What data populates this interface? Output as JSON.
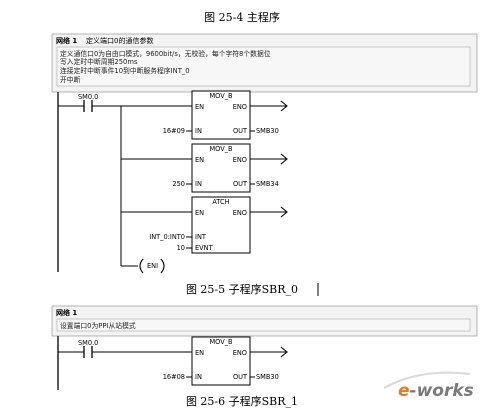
{
  "figure_top_caption": "图 25-4  主程序",
  "sbr0": {
    "network": "网络 1",
    "network_title": "定义端口0的通信参数",
    "comments": [
      "定义通信口0为自由口模式，9600bit/s，无校验，每个字符8个数据位",
      "写入定时中断周期250ms",
      "连接定时中断事件10到中断服务程序INT_0",
      "开中断"
    ],
    "contact": "SM0.0",
    "box1": {
      "name": "MOV_B",
      "en": "EN",
      "eno": "ENO",
      "in_val": "16#09",
      "in": "IN",
      "out": "OUT",
      "out_val": "SMB30"
    },
    "box2": {
      "name": "MOV_B",
      "en": "EN",
      "eno": "ENO",
      "in_val": "250",
      "in": "IN",
      "out": "OUT",
      "out_val": "SMB34"
    },
    "box3": {
      "name": "ATCH",
      "en": "EN",
      "eno": "ENO",
      "int_val": "INT_0:INT0",
      "int": "INT",
      "evnt_val": "10",
      "evnt": "EVNT"
    },
    "coil": "ENI",
    "caption": "图 25-5   子程序SBR_0"
  },
  "sbr1": {
    "network": "网络 1",
    "comment": "设置端口0为PPI从站模式",
    "contact": "SM0.0",
    "box1": {
      "name": "MOV_B",
      "en": "EN",
      "eno": "ENO",
      "in_val": "16#08",
      "in": "IN",
      "out": "OUT",
      "out_val": "SMB30"
    },
    "caption": "图 25-6   子程序SBR_1"
  },
  "watermark": {
    "prefix": "e",
    "text": "-works",
    "color_e": "#e07b1f",
    "color_text": "#7a7a7a"
  }
}
